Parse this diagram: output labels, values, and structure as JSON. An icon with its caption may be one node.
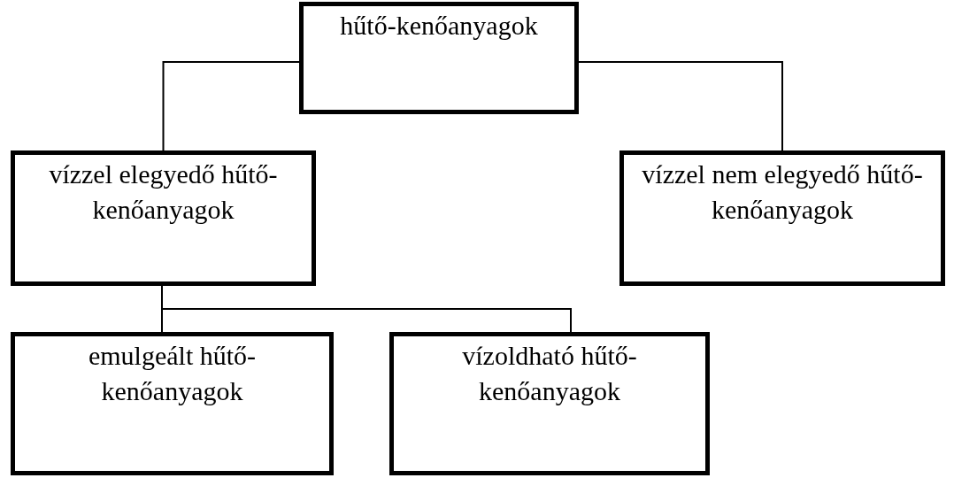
{
  "diagram": {
    "nodes": [
      {
        "text": [
          "hűtő-kenőanyagok"
        ]
      },
      {
        "text": [
          "vízzel elegyedő hűtő-kenőanyagok"
        ]
      },
      {
        "text": [
          "vízzel nem elegyedő hűtő-kenőanyagok"
        ]
      },
      {
        "text": [
          "emulgeált hűtő-kenőanyagok"
        ]
      },
      {
        "text": [
          "vízoldható hűtő-kenőanyagok"
        ]
      }
    ],
    "edges": [
      {
        "from": 0,
        "to": 1,
        "arrow": "none"
      },
      {
        "from": 0,
        "to": 2,
        "arrow": "none"
      },
      {
        "from": 1,
        "to": 3,
        "arrow": "none"
      },
      {
        "from": 1,
        "to": 4,
        "arrow": "none"
      }
    ]
  }
}
